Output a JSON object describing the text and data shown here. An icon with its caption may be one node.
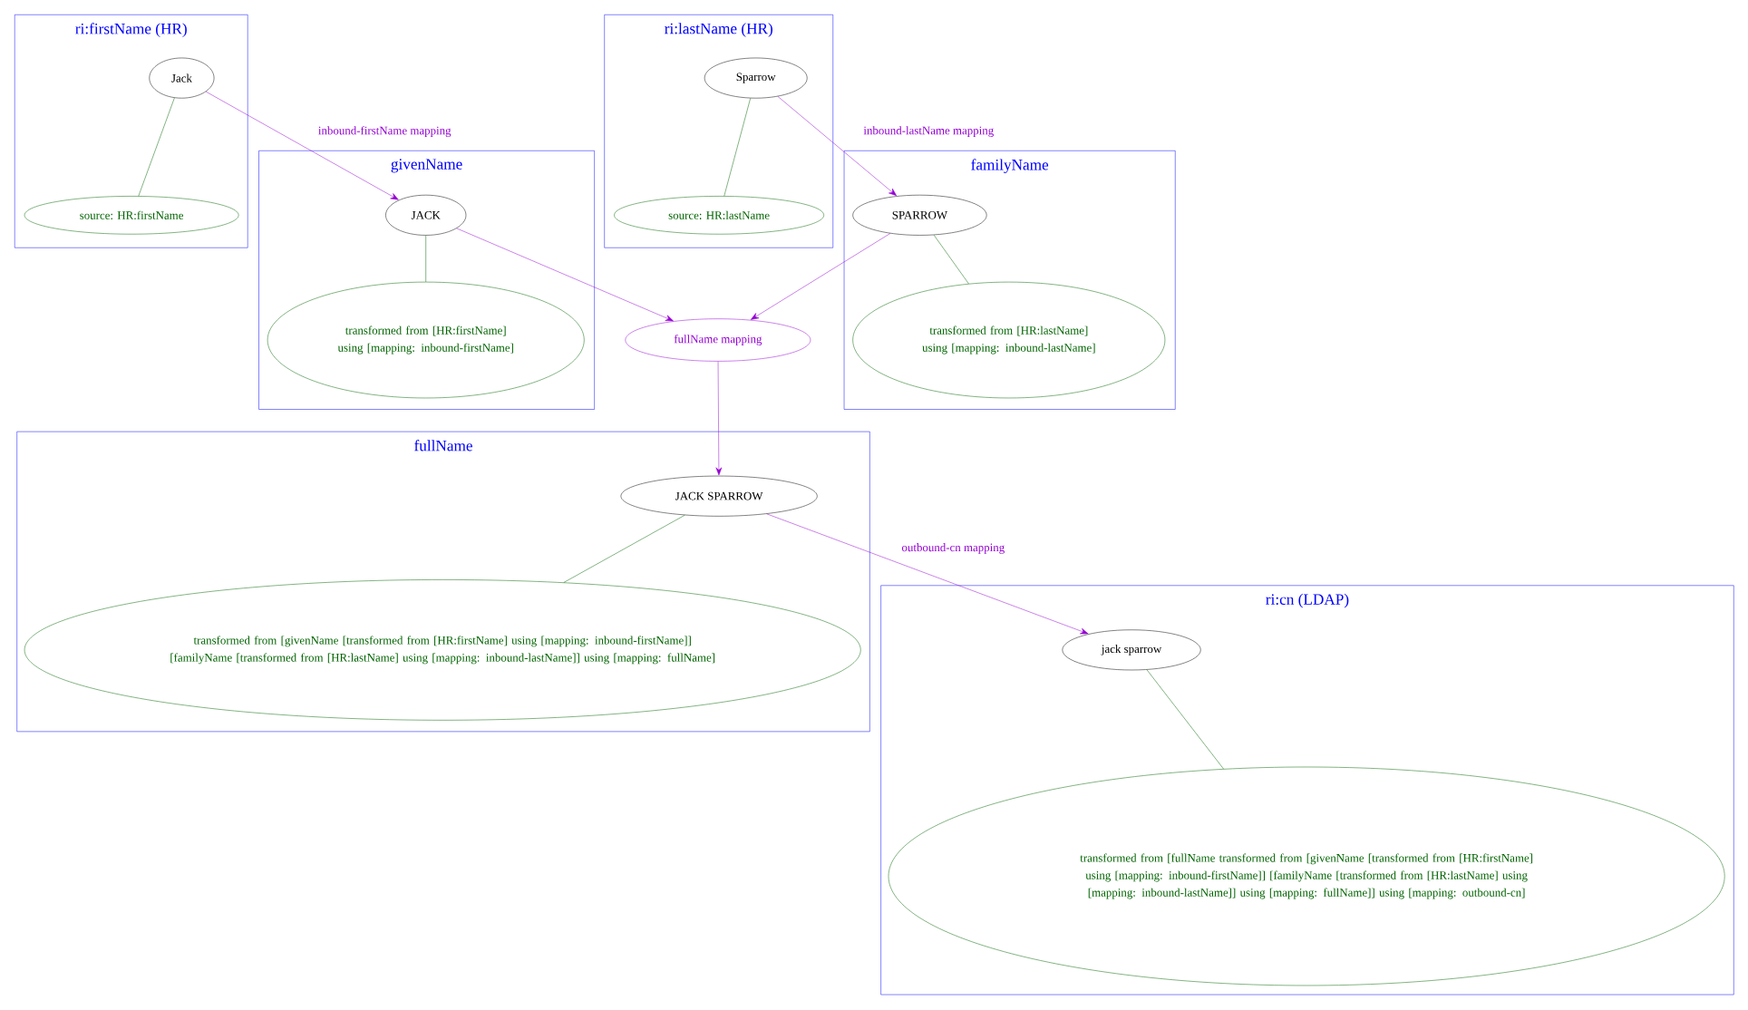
{
  "diagram": {
    "nodes": [
      {
        "text": [
          "ri:firstName (HR)"
        ]
      },
      {
        "text": [
          "Jack"
        ],
        "in": 0
      },
      {
        "text": [
          "source: HR:firstName"
        ],
        "in": 0
      },
      {
        "text": [
          "ri:lastName (HR)"
        ]
      },
      {
        "text": [
          "Sparrow"
        ],
        "in": 3
      },
      {
        "text": [
          "source: HR:lastName"
        ],
        "in": 3
      },
      {
        "text": [
          "givenName"
        ]
      },
      {
        "text": [
          "JACK"
        ],
        "in": 6
      },
      {
        "text": [
          "transformed from [HR:firstName] using [mapping: inbound-firstName]"
        ],
        "in": 6
      },
      {
        "text": [
          "fullName mapping"
        ]
      },
      {
        "text": [
          "familyName"
        ]
      },
      {
        "text": [
          "SPARROW"
        ],
        "in": 10
      },
      {
        "text": [
          "transformed from [HR:lastName] using [mapping: inbound-lastName]"
        ],
        "in": 10
      },
      {
        "text": [
          "fullName"
        ]
      },
      {
        "text": [
          "JACK SPARROW"
        ],
        "in": 13
      },
      {
        "text": [
          "transformed from [givenName [transformed from [HR:firstName] using [mapping: inbound-firstName]] [familyName [transformed from [HR:lastName] using [mapping: inbound-lastName]] using [mapping: fullName]"
        ],
        "in": 13
      },
      {
        "text": [
          "ri:cn (LDAP)"
        ]
      },
      {
        "text": [
          "jack sparrow"
        ],
        "in": 16
      },
      {
        "text": [
          "transformed from [fullName transformed from [givenName [transformed from [HR:firstName] using [mapping: inbound-firstName]] [familyName [transformed from [HR:lastName] using [mapping: inbound-lastName]] using [mapping: fullName]] using [mapping: outbound-cn]"
        ],
        "in": 16
      }
    ],
    "edges": [
      {
        "from": 1,
        "to": 2,
        "arrow": "none",
        "color": "#006400"
      },
      {
        "from": 1,
        "to": 7,
        "arrow": "to",
        "label": "inbound-firstName mapping",
        "color": "#9400d3"
      },
      {
        "from": 4,
        "to": 5,
        "arrow": "none",
        "color": "#006400"
      },
      {
        "from": 4,
        "to": 11,
        "arrow": "to",
        "label": "inbound-lastName mapping",
        "color": "#9400d3"
      },
      {
        "from": 7,
        "to": 8,
        "arrow": "none",
        "color": "#006400"
      },
      {
        "from": 7,
        "to": 9,
        "arrow": "to",
        "color": "#9400d3"
      },
      {
        "from": 11,
        "to": 9,
        "arrow": "to",
        "color": "#9400d3"
      },
      {
        "from": 11,
        "to": 12,
        "arrow": "none",
        "color": "#006400"
      },
      {
        "from": 9,
        "to": 14,
        "arrow": "to",
        "color": "#9400d3"
      },
      {
        "from": 14,
        "to": 15,
        "arrow": "none",
        "color": "#006400"
      },
      {
        "from": 14,
        "to": 17,
        "arrow": "to",
        "label": "outbound-cn mapping",
        "color": "#9400d3"
      },
      {
        "from": 17,
        "to": 18,
        "arrow": "none",
        "color": "#006400"
      }
    ]
  }
}
